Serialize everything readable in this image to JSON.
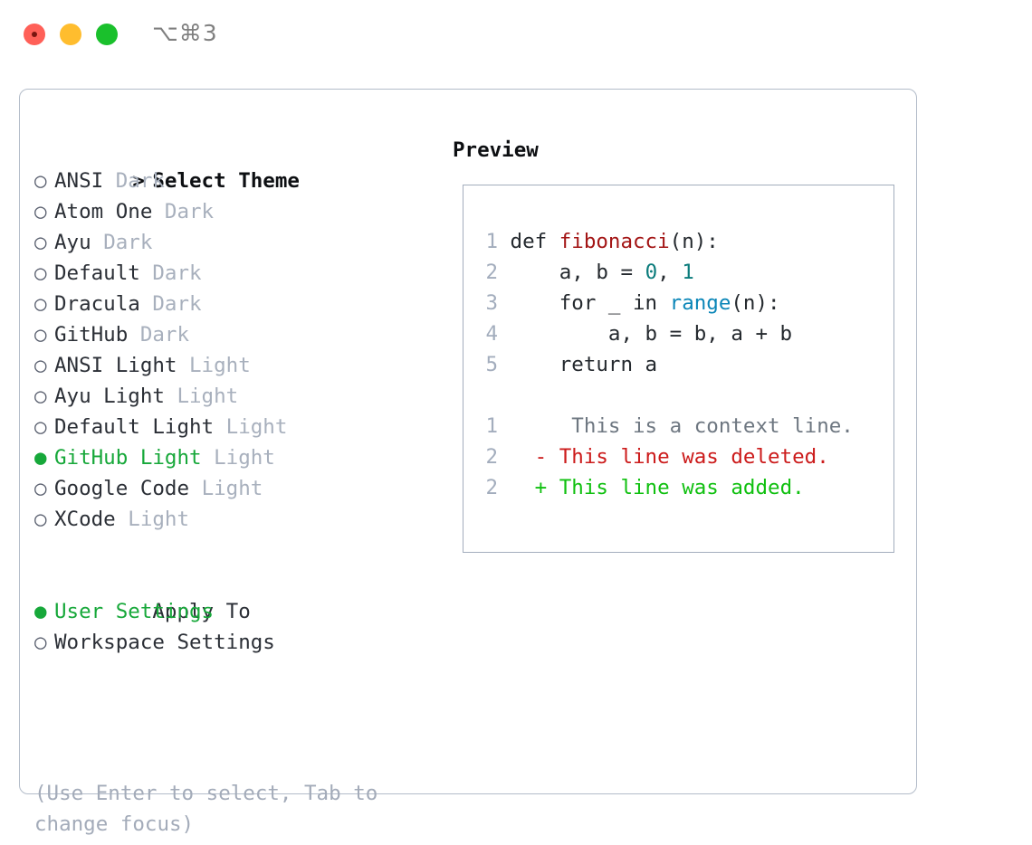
{
  "titlebar": {
    "shortcut": "⌥⌘3",
    "lights": [
      "close",
      "minimize",
      "zoom"
    ]
  },
  "theme_picker": {
    "heading_marker": ">",
    "heading": "Select Theme",
    "items": [
      {
        "marker": "○",
        "name": "ANSI",
        "tag": "Dark",
        "selected": false
      },
      {
        "marker": "○",
        "name": "Atom One",
        "tag": "Dark",
        "selected": false
      },
      {
        "marker": "○",
        "name": "Ayu",
        "tag": "Dark",
        "selected": false
      },
      {
        "marker": "○",
        "name": "Default",
        "tag": "Dark",
        "selected": false
      },
      {
        "marker": "○",
        "name": "Dracula",
        "tag": "Dark",
        "selected": false
      },
      {
        "marker": "○",
        "name": "GitHub",
        "tag": "Dark",
        "selected": false
      },
      {
        "marker": "○",
        "name": "ANSI Light",
        "tag": "Light",
        "selected": false
      },
      {
        "marker": "○",
        "name": "Ayu Light",
        "tag": "Light",
        "selected": false
      },
      {
        "marker": "○",
        "name": "Default Light",
        "tag": "Light",
        "selected": false
      },
      {
        "marker": "●",
        "name": "GitHub Light",
        "tag": "Light",
        "selected": true
      },
      {
        "marker": "○",
        "name": "Google Code",
        "tag": "Light",
        "selected": false
      },
      {
        "marker": "○",
        "name": "XCode",
        "tag": "Light",
        "selected": false
      }
    ]
  },
  "apply_to": {
    "heading": "Apply To",
    "items": [
      {
        "marker": "●",
        "name": "User Settings",
        "selected": true
      },
      {
        "marker": "○",
        "name": "Workspace Settings",
        "selected": false
      }
    ]
  },
  "hint": "(Use Enter to select, Tab to change focus)",
  "preview": {
    "title": "Preview",
    "code_lines": [
      {
        "num": "1",
        "tokens": [
          {
            "text": "def ",
            "kind": "plain"
          },
          {
            "text": "fibonacci",
            "kind": "func"
          },
          {
            "text": "(n):",
            "kind": "plain"
          }
        ]
      },
      {
        "num": "2",
        "tokens": [
          {
            "text": "    a, b = ",
            "kind": "plain"
          },
          {
            "text": "0",
            "kind": "num"
          },
          {
            "text": ", ",
            "kind": "plain"
          },
          {
            "text": "1",
            "kind": "num"
          }
        ]
      },
      {
        "num": "3",
        "tokens": [
          {
            "text": "    for _ in ",
            "kind": "plain"
          },
          {
            "text": "range",
            "kind": "builtin"
          },
          {
            "text": "(n):",
            "kind": "plain"
          }
        ]
      },
      {
        "num": "4",
        "tokens": [
          {
            "text": "        a, b = b, a + b",
            "kind": "plain"
          }
        ]
      },
      {
        "num": "5",
        "tokens": [
          {
            "text": "    return a",
            "kind": "plain"
          }
        ]
      }
    ],
    "diff_lines": [
      {
        "num": "1",
        "sign": " ",
        "text": "  This is a context line.",
        "kind": "context"
      },
      {
        "num": "2",
        "sign": "-",
        "text": " This line was deleted.",
        "kind": "del"
      },
      {
        "num": "2",
        "sign": "+",
        "text": " This line was added.",
        "kind": "add"
      }
    ]
  },
  "colors": {
    "accent_green": "#17a83a",
    "tag_gray": "#a8b0bd",
    "hint_gray": "#a3abb9",
    "border": "#b3bcc9",
    "preview_border": "#a3adbd",
    "code_text": "#24292e",
    "func_red": "#a31515",
    "num_teal": "#0a7b7b",
    "builtin_blue": "#0b86b8",
    "diff_del_red": "#cc1b1b",
    "diff_add_green": "#10c010",
    "diff_context_gray": "#6e7781",
    "light_red": "#ff6058",
    "light_yellow": "#ffbd2e",
    "light_green": "#1ac02c"
  }
}
